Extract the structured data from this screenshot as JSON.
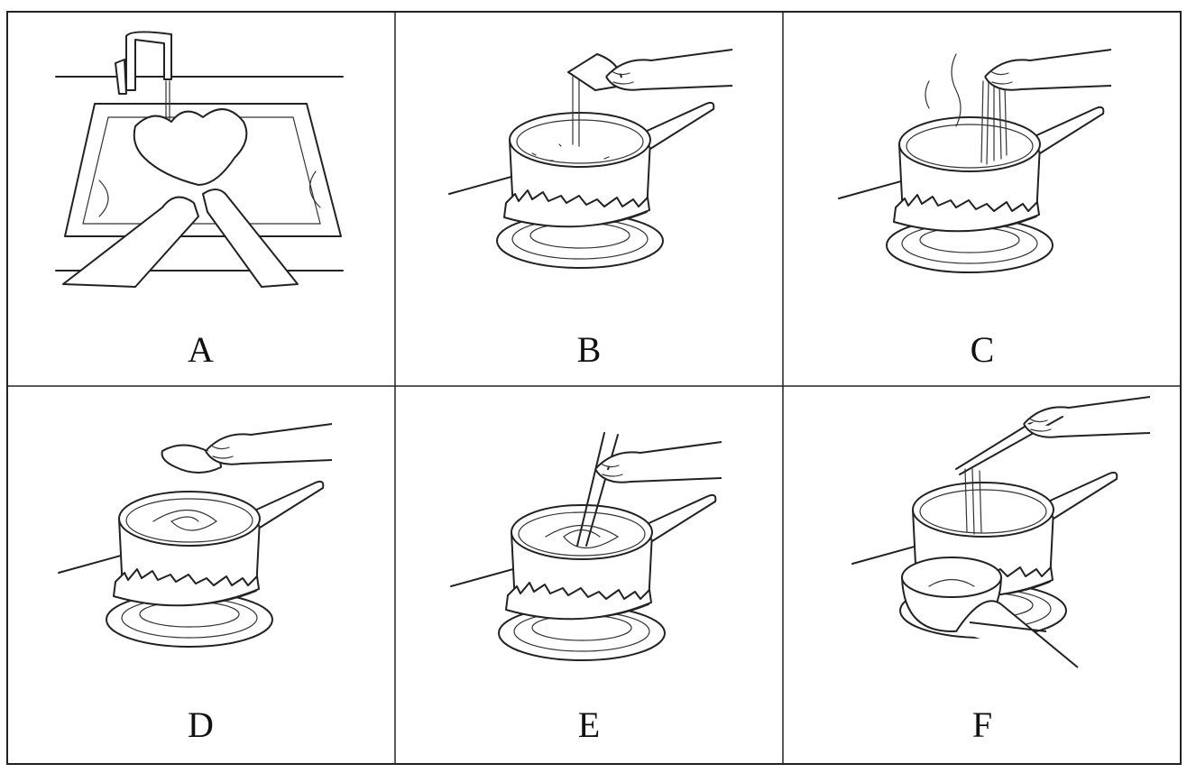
{
  "panels": [
    {
      "label": "A",
      "scene": "washing-vegetables"
    },
    {
      "label": "B",
      "scene": "pouring-water-into-pot"
    },
    {
      "label": "C",
      "scene": "adding-noodles"
    },
    {
      "label": "D",
      "scene": "adding-greens"
    },
    {
      "label": "E",
      "scene": "stirring-with-chopsticks"
    },
    {
      "label": "F",
      "scene": "serving-into-bowl"
    }
  ]
}
